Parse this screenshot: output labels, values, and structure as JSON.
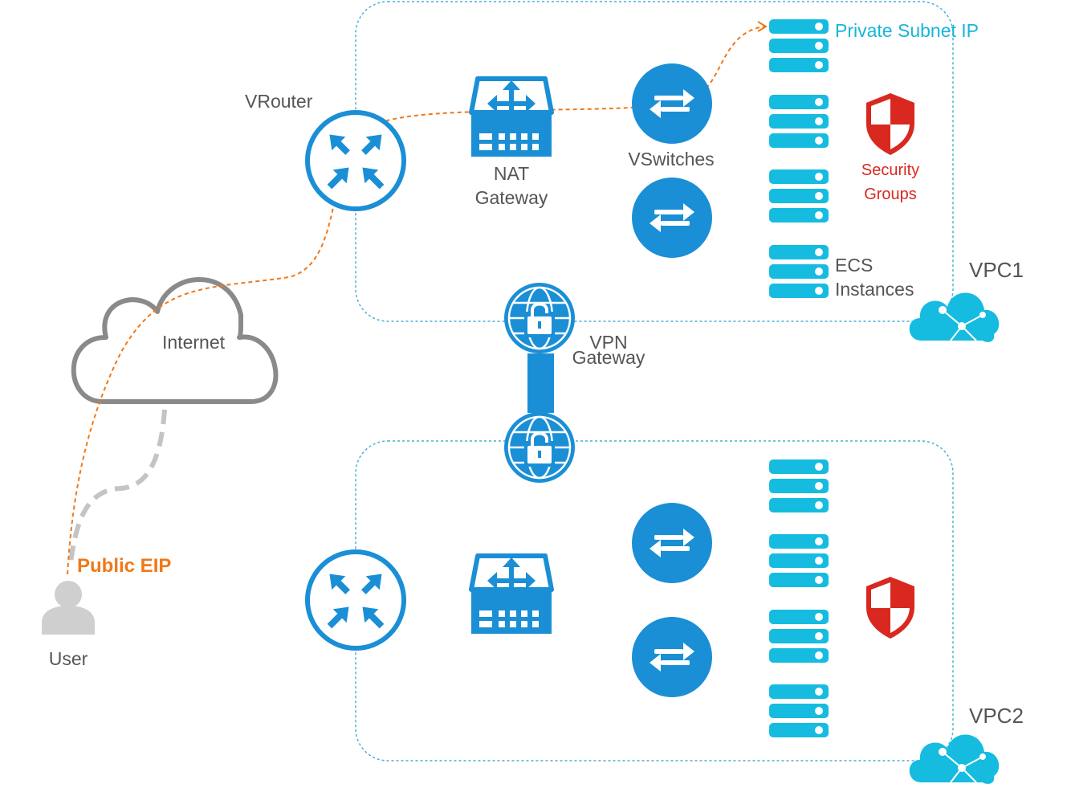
{
  "colors": {
    "blue": "#1a8fd6",
    "cyan": "#16bce0",
    "orange": "#f07818",
    "red": "#d9281f",
    "gray": "#8a8a8a",
    "vpc_border": "#4aaed8"
  },
  "labels": {
    "vrouter": "VRouter",
    "nat_line1": "NAT",
    "nat_line2": "Gateway",
    "vswitches": "VSwitches",
    "private_subnet_ip": "Private Subnet IP",
    "security_line1": "Security",
    "security_line2": "Groups",
    "ecs_line1": "ECS",
    "ecs_line2": "Instances",
    "vpc1": "VPC1",
    "vpc2": "VPC2",
    "internet": "Internet",
    "vpn_line1": "VPN",
    "vpn_line2": "Gateway",
    "public_eip": "Public EIP",
    "user": "User"
  },
  "icons": {
    "router": "router-icon",
    "nat": "nat-gateway-icon",
    "vswitch": "vswitch-icon",
    "server": "server-stack-icon",
    "shield": "security-shield-icon",
    "vpc_cloud": "vpc-cloud-icon",
    "internet_cloud": "cloud-icon",
    "vpn": "vpn-gateway-icon",
    "user": "user-icon"
  }
}
